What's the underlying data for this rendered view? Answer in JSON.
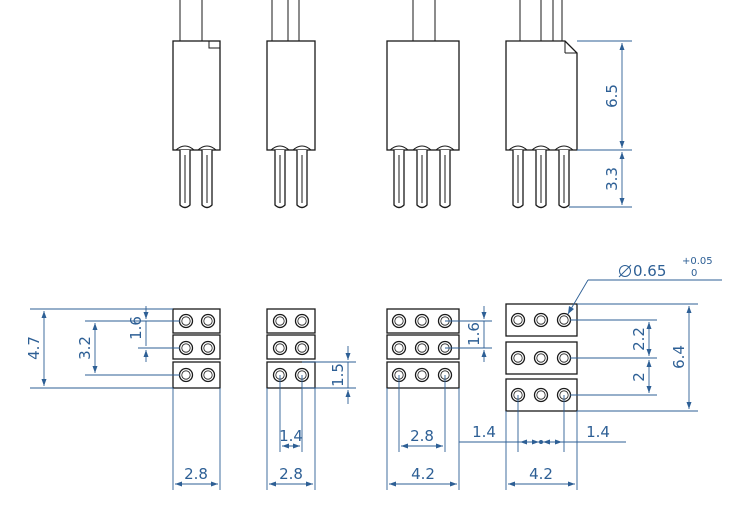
{
  "dimensions": {
    "side_height_upper": "6.5",
    "side_height_lower": "3.3",
    "overall_height_3row": "4.7",
    "pitch_2row": "3.2",
    "pitch_1row_a": "1.6",
    "pitch_1row_b": "1.5",
    "pitch_1row_c": "1.6",
    "pitch_2_2": "2.2",
    "overall_height_right": "6.4",
    "pitch_2": "2",
    "width_2col_a": "2.8",
    "width_2col_b": "2.8",
    "width_3col_a": "4.2",
    "width_3col_b": "4.2",
    "span_1_4_a": "1.4",
    "span_2_8": "2.8",
    "span_1_4_b": "1.4",
    "span_1_4_c": "1.4"
  },
  "hole_callout": {
    "diameter": "0.65",
    "tol_upper": "+0.05",
    "tol_lower": "0"
  }
}
